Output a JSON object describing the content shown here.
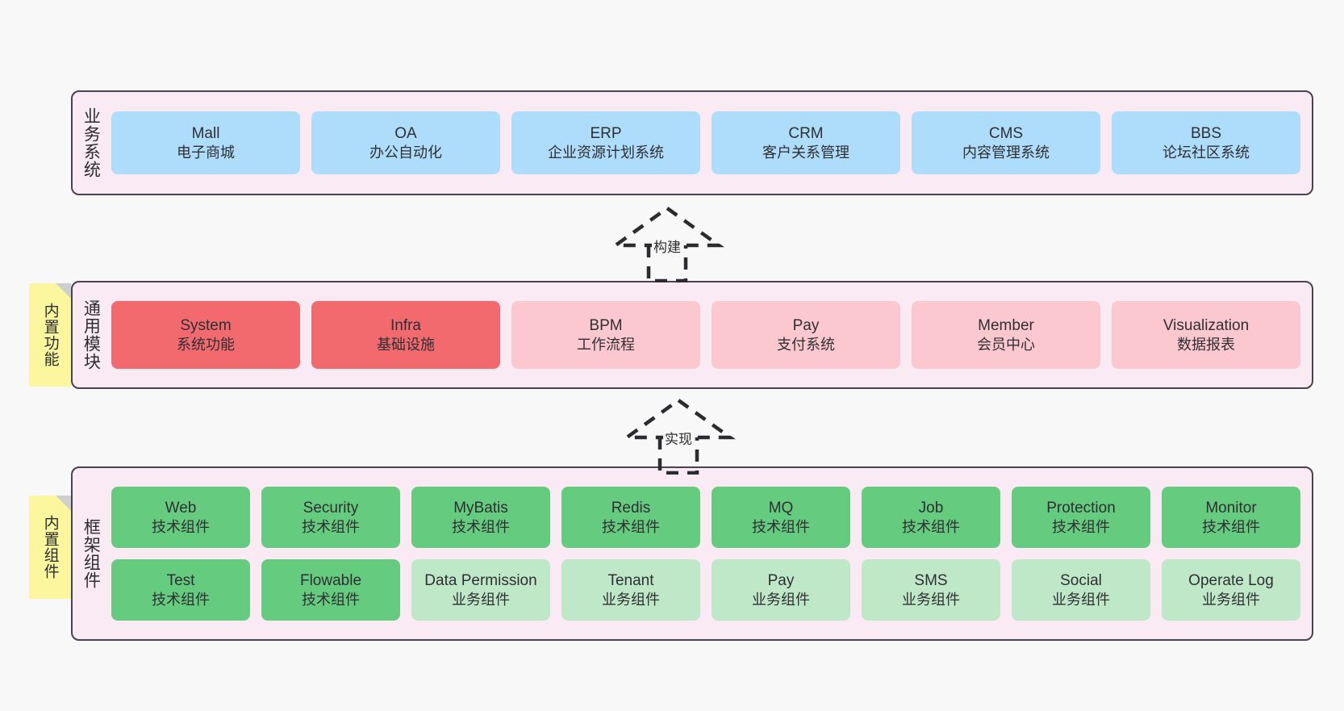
{
  "diagram": {
    "title_text": "",
    "colors": {
      "canvas_bg": "#f8f8f8",
      "panel_bg": "#f9eaf4",
      "panel_border": "#4a4250",
      "business_node": "#aeddfb",
      "module_core": "#f2696e",
      "module_optional": "#fcc8d0",
      "tech_component": "#65cc7f",
      "business_component": "#bfe8c8",
      "note": "#fcf79e",
      "note_fold": "#cfcfcf"
    }
  },
  "layers": {
    "business": {
      "label": "业务系统",
      "nodes": [
        {
          "en": "Mall",
          "cn": "电子商城"
        },
        {
          "en": "OA",
          "cn": "办公自动化"
        },
        {
          "en": "ERP",
          "cn": "企业资源计划系统"
        },
        {
          "en": "CRM",
          "cn": "客户关系管理"
        },
        {
          "en": "CMS",
          "cn": "内容管理系统"
        },
        {
          "en": "BBS",
          "cn": "论坛社区系统"
        }
      ]
    },
    "modules": {
      "label": "通用模块",
      "note": "内置功能",
      "nodes": [
        {
          "en": "System",
          "cn": "系统功能",
          "kind": "core"
        },
        {
          "en": "Infra",
          "cn": "基础设施",
          "kind": "core"
        },
        {
          "en": "BPM",
          "cn": "工作流程",
          "kind": "optional"
        },
        {
          "en": "Pay",
          "cn": "支付系统",
          "kind": "optional"
        },
        {
          "en": "Member",
          "cn": "会员中心",
          "kind": "optional"
        },
        {
          "en": "Visualization",
          "cn": "数据报表",
          "kind": "optional"
        }
      ]
    },
    "framework": {
      "label": "框架组件",
      "note": "内置组件",
      "row1": [
        {
          "en": "Web",
          "cn": "技术组件"
        },
        {
          "en": "Security",
          "cn": "技术组件"
        },
        {
          "en": "MyBatis",
          "cn": "技术组件"
        },
        {
          "en": "Redis",
          "cn": "技术组件"
        },
        {
          "en": "MQ",
          "cn": "技术组件"
        },
        {
          "en": "Job",
          "cn": "技术组件"
        },
        {
          "en": "Protection",
          "cn": "技术组件"
        },
        {
          "en": "Monitor",
          "cn": "技术组件"
        }
      ],
      "row2": [
        {
          "en": "Test",
          "cn": "技术组件",
          "kind": "tech"
        },
        {
          "en": "Flowable",
          "cn": "技术组件",
          "kind": "tech"
        },
        {
          "en": "Data Permission",
          "cn": "业务组件",
          "kind": "biz"
        },
        {
          "en": "Tenant",
          "cn": "业务组件",
          "kind": "biz"
        },
        {
          "en": "Pay",
          "cn": "业务组件",
          "kind": "biz"
        },
        {
          "en": "SMS",
          "cn": "业务组件",
          "kind": "biz"
        },
        {
          "en": "Social",
          "cn": "业务组件",
          "kind": "biz"
        },
        {
          "en": "Operate Log",
          "cn": "业务组件",
          "kind": "biz"
        }
      ]
    }
  },
  "connectors": [
    {
      "label": "构建",
      "from": "modules",
      "to": "business"
    },
    {
      "label": "实现",
      "from": "framework",
      "to": "modules"
    }
  ]
}
